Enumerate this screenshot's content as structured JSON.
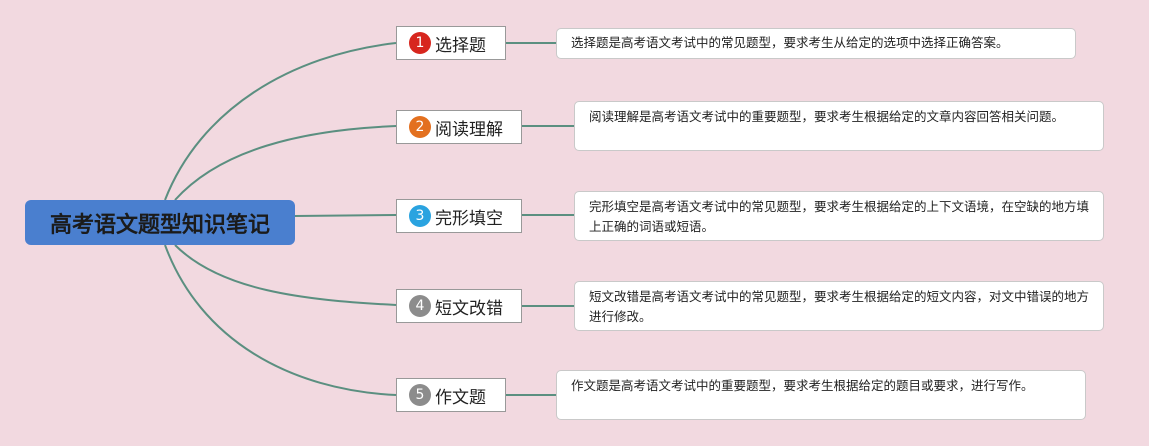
{
  "root": {
    "label": "高考语文题型知识笔记"
  },
  "topics": [
    {
      "number": "1",
      "label": "选择题",
      "color": "#d7261e",
      "note": "选择题是高考语文考试中的常见题型，要求考生从给定的选项中选择正确答案。"
    },
    {
      "number": "2",
      "label": "阅读理解",
      "color": "#e3701f",
      "note": "阅读理解是高考语文考试中的重要题型，要求考生根据给定的文章内容回答相关问题。"
    },
    {
      "number": "3",
      "label": "完形填空",
      "color": "#2aa3e0",
      "note": "完形填空是高考语文考试中的常见题型，要求考生根据给定的上下文语境，在空缺的地方填上正确的词语或短语。"
    },
    {
      "number": "4",
      "label": "短文改错",
      "color": "#8c8c8c",
      "note": "短文改错是高考语文考试中的常见题型，要求考生根据给定的短文内容，对文中错误的地方进行修改。"
    },
    {
      "number": "5",
      "label": "作文题",
      "color": "#8c8c8c",
      "note": "作文题是高考语文考试中的重要题型，要求考生根据给定的题目或要求，进行写作。"
    }
  ],
  "colors": {
    "background": "#f2d9e0",
    "root": "#4a7fcf",
    "connector": "#5b8f80"
  }
}
